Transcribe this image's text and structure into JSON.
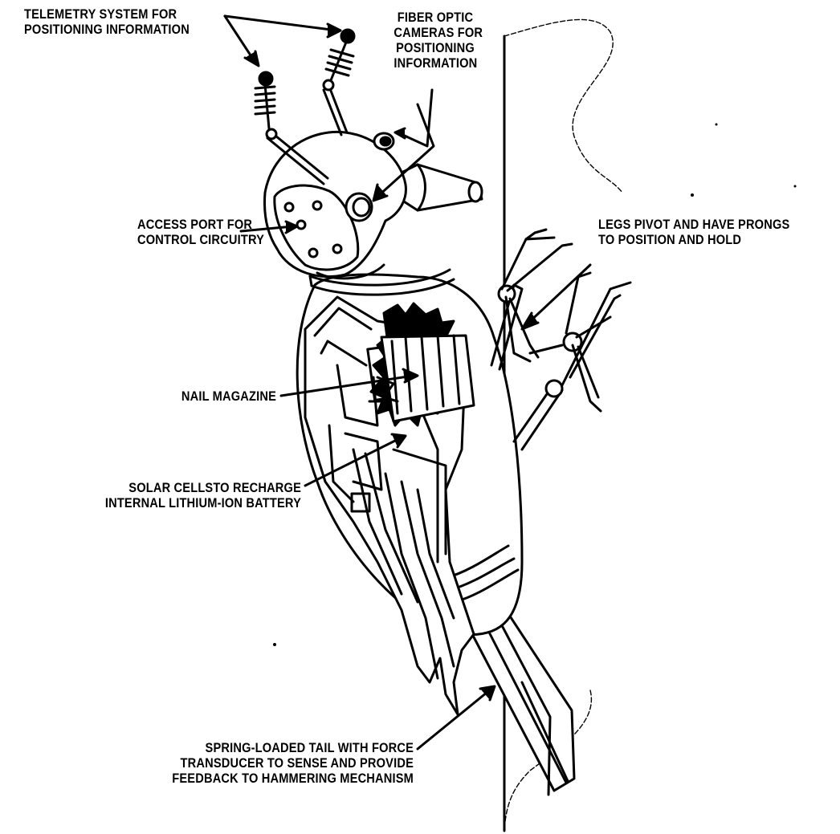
{
  "colors": {
    "ink": "#000000",
    "paper": "#ffffff"
  },
  "labels": {
    "telemetry": [
      "TELEMETRY SYSTEM FOR",
      "POSITIONING INFORMATION"
    ],
    "fiber_optic": [
      "FIBER OPTIC",
      "CAMERAS FOR",
      "POSITIONING",
      "INFORMATION"
    ],
    "access_port": [
      "ACCESS PORT FOR",
      "CONTROL CIRCUITRY"
    ],
    "legs": [
      "LEGS PIVOT AND HAVE PRONGS",
      "TO POSITION AND HOLD"
    ],
    "nail_magazine": [
      "NAIL MAGAZINE"
    ],
    "solar_cells": [
      "SOLAR CELLSTO RECHARGE",
      "INTERNAL LITHIUM-ION BATTERY"
    ],
    "tail": [
      "SPRING-LOADED TAIL WITH FORCE",
      "TRANSDUCER TO SENSE AND PROVIDE",
      "FEEDBACK TO HAMMERING MECHANISM"
    ]
  }
}
